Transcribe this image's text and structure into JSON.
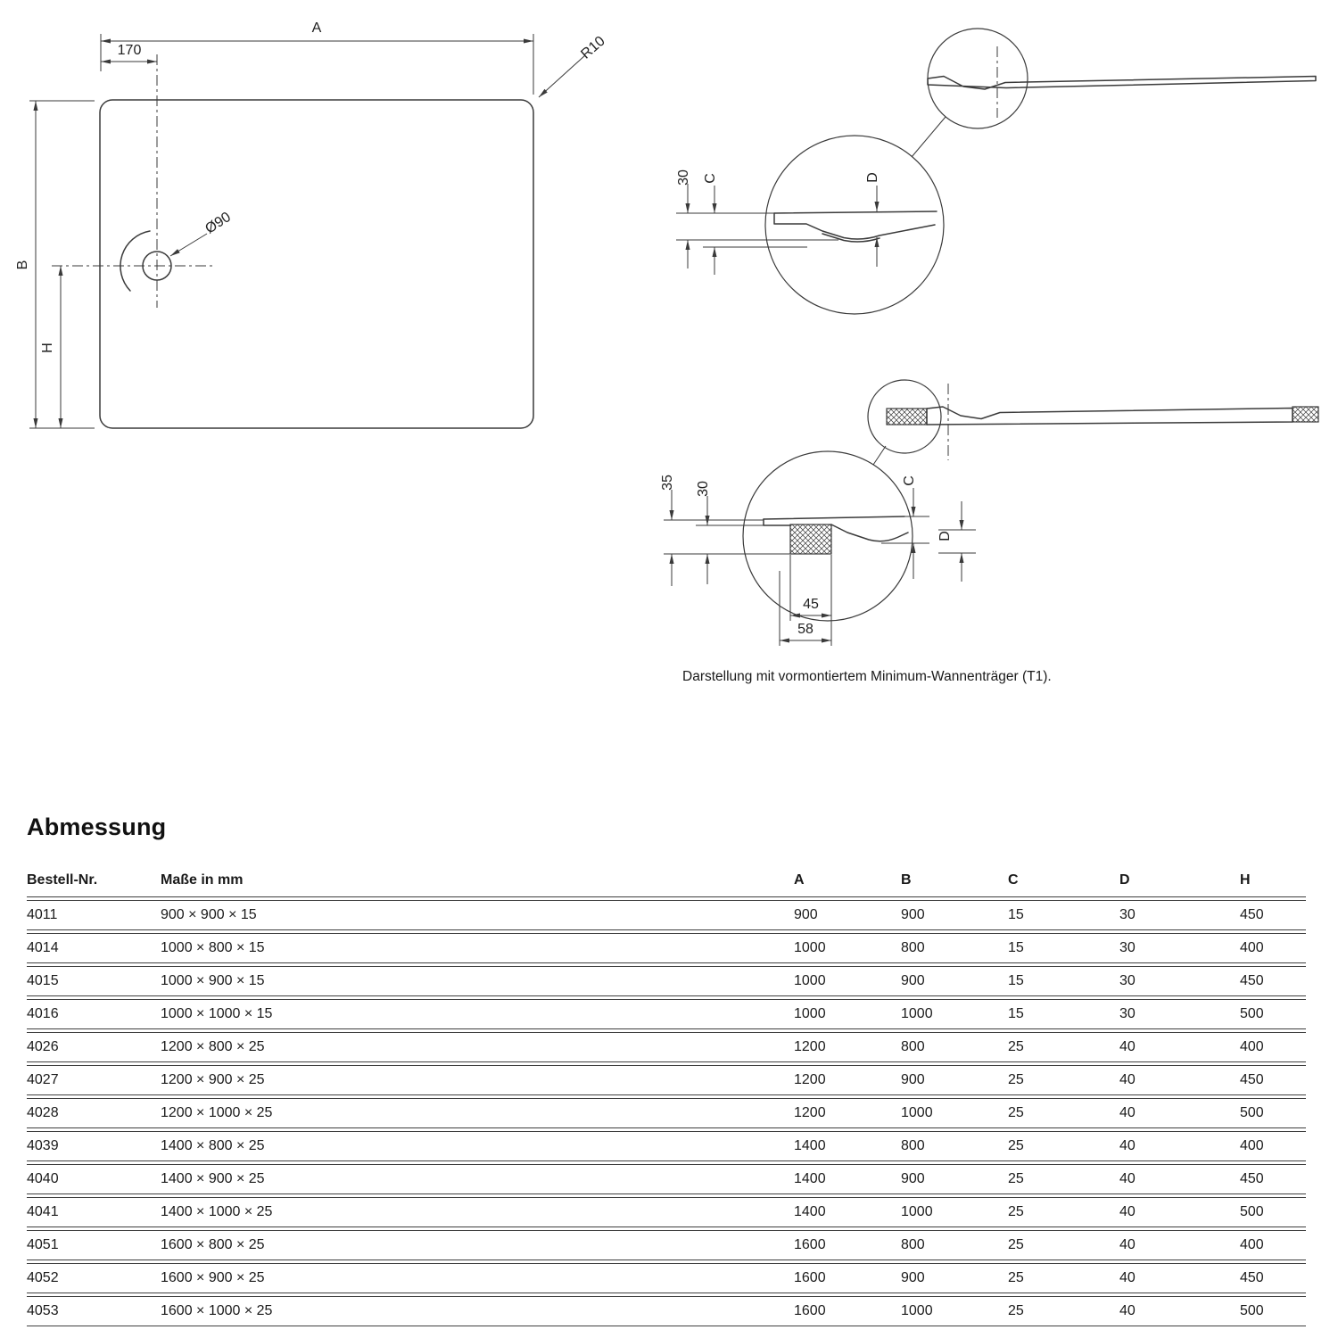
{
  "drawing": {
    "plan_view": {
      "width_label": "A",
      "offset_label": "170",
      "corner_radius_label": "R10",
      "drain_diameter_label": "Ø90",
      "depth_label": "B",
      "height_label": "H"
    },
    "section_top": {
      "rim_height_label": "30",
      "c_label": "C",
      "d_label": "D"
    },
    "section_bottom": {
      "total_height_label": "35",
      "rim_height_label": "30",
      "c_label": "C",
      "d_label": "D",
      "support_width_label": "45",
      "support_outer_width_label": "58"
    },
    "caption": "Darstellung mit vormontiertem Minimum-Wannenträger (T1)."
  },
  "table": {
    "title": "Abmessung",
    "headers": [
      "Bestell-Nr.",
      "Maße in mm",
      "A",
      "B",
      "C",
      "D",
      "H"
    ],
    "rows": [
      [
        "4011",
        "900 × 900 × 15",
        "900",
        "900",
        "15",
        "30",
        "450"
      ],
      [
        "4014",
        "1000 × 800 × 15",
        "1000",
        "800",
        "15",
        "30",
        "400"
      ],
      [
        "4015",
        "1000 × 900 × 15",
        "1000",
        "900",
        "15",
        "30",
        "450"
      ],
      [
        "4016",
        "1000 × 1000 × 15",
        "1000",
        "1000",
        "15",
        "30",
        "500"
      ],
      [
        "4026",
        "1200 × 800 × 25",
        "1200",
        "800",
        "25",
        "40",
        "400"
      ],
      [
        "4027",
        "1200 × 900 × 25",
        "1200",
        "900",
        "25",
        "40",
        "450"
      ],
      [
        "4028",
        "1200 × 1000 × 25",
        "1200",
        "1000",
        "25",
        "40",
        "500"
      ],
      [
        "4039",
        "1400 × 800 × 25",
        "1400",
        "800",
        "25",
        "40",
        "400"
      ],
      [
        "4040",
        "1400 × 900 × 25",
        "1400",
        "900",
        "25",
        "40",
        "450"
      ],
      [
        "4041",
        "1400 × 1000 × 25",
        "1400",
        "1000",
        "25",
        "40",
        "500"
      ],
      [
        "4051",
        "1600 × 800 × 25",
        "1600",
        "800",
        "25",
        "40",
        "400"
      ],
      [
        "4052",
        "1600 × 900 × 25",
        "1600",
        "900",
        "25",
        "40",
        "450"
      ],
      [
        "4053",
        "1600 × 1000 × 25",
        "1600",
        "1000",
        "25",
        "40",
        "500"
      ]
    ]
  },
  "colors": {
    "line": "#3a3a3a",
    "text": "#1a1a1a",
    "background": "#ffffff"
  }
}
